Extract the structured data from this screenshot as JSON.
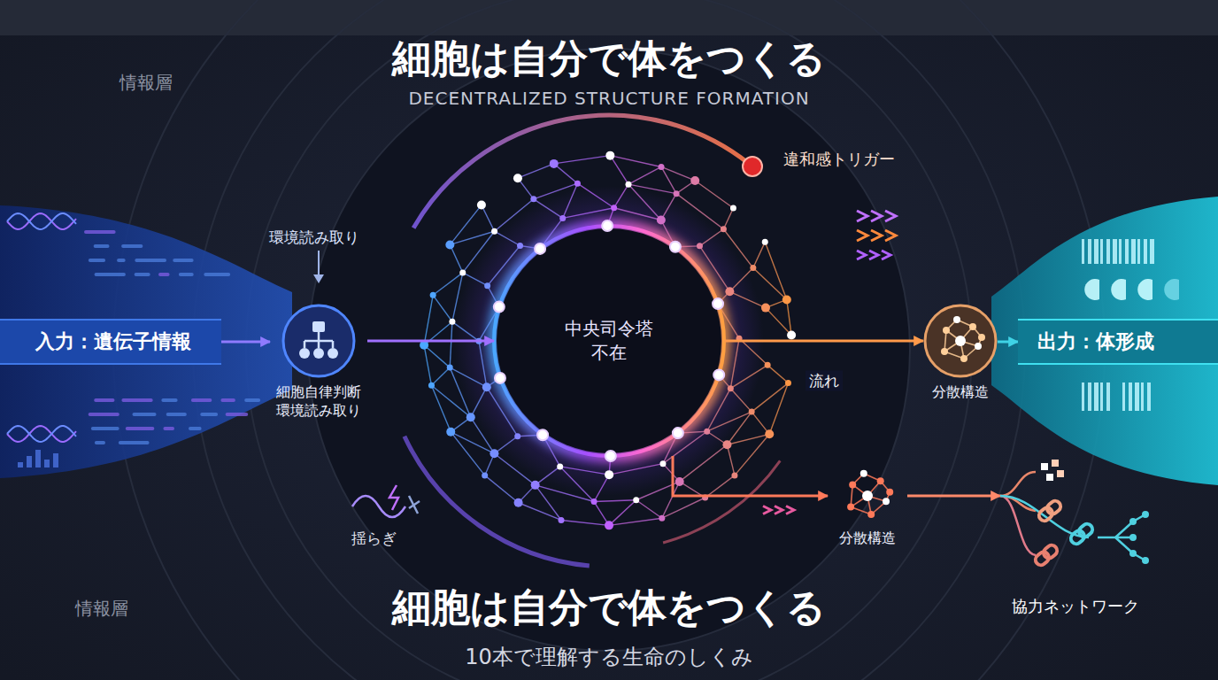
{
  "diagram": {
    "title": "細胞は自分で体をつくる",
    "caption": "10本で理解する生命のしくみ",
    "nodes": [
      {
        "text": [
          "入力：遺伝子情報"
        ]
      },
      {
        "text": [
          "細胞自律判断 環境読み取り"
        ]
      },
      {
        "text": [
          "中央司令塔 不在"
        ]
      },
      {
        "text": [
          "分散構造"
        ]
      },
      {
        "text": [
          "出力：体形成"
        ]
      },
      {
        "text": [
          "分散構造"
        ]
      },
      {
        "text": [
          "協力ネットワーク"
        ]
      }
    ],
    "edges": [
      {
        "from": 0,
        "to": 1,
        "arrow": "to"
      },
      {
        "from": 1,
        "to": 2,
        "arrow": "to"
      },
      {
        "from": 2,
        "to": 3,
        "arrow": "to",
        "label": "流れ"
      },
      {
        "from": 3,
        "to": 4,
        "arrow": "to"
      },
      {
        "from": 2,
        "to": 5,
        "arrow": "to"
      },
      {
        "from": 5,
        "to": 6,
        "arrow": "to"
      }
    ],
    "labels": [
      "DECENTRALIZED STRUCTURE FORMATION",
      "情報層",
      "情報層",
      "環境読み取り",
      "違和感トリガー",
      "揺らぎ",
      "細胞は自分で体をつくる"
    ]
  }
}
